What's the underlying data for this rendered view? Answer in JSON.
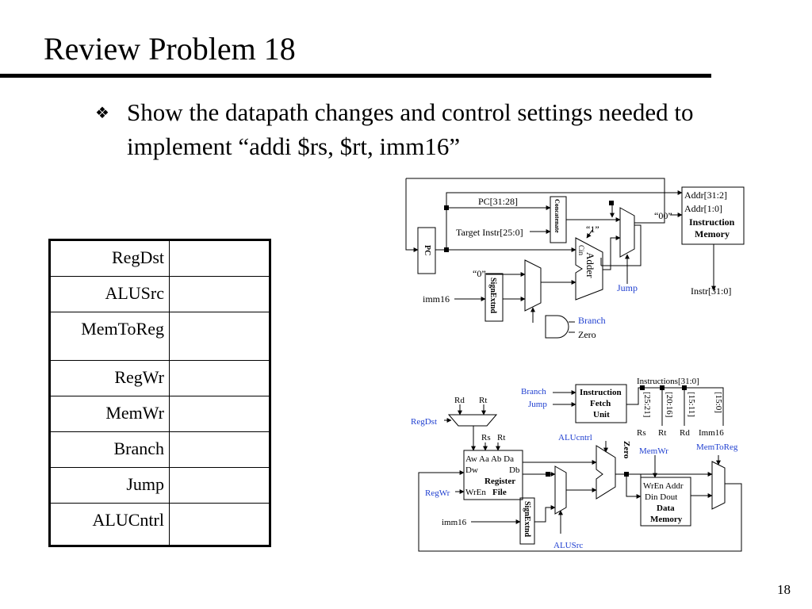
{
  "slide": {
    "title": "Review Problem 18",
    "bullet_icon": "diamond-bullet-icon",
    "bullet_text": "Show the datapath changes and control settings needed to implement “addi  $rs, $rt, imm16”",
    "page_number": "18"
  },
  "control_table": {
    "rows": [
      {
        "label": "RegDst",
        "value": ""
      },
      {
        "label": "ALUSrc",
        "value": ""
      },
      {
        "label": "MemToReg",
        "value": ""
      },
      {
        "label": "RegWr",
        "value": ""
      },
      {
        "label": "MemWr",
        "value": ""
      },
      {
        "label": "Branch",
        "value": ""
      },
      {
        "label": "Jump",
        "value": ""
      },
      {
        "label": "ALUCntrl",
        "value": ""
      }
    ]
  },
  "fetch_diagram": {
    "pc_label": "PC",
    "pc_upper": "PC[31:28]",
    "concatenate": "Concatenate",
    "target": "Target Instr[25:0]",
    "const_one": "“1”",
    "const_zero": "“0”",
    "const_00": "“00”",
    "cin": "Cin",
    "adder": "Adder",
    "signextnd": "SignExtnd",
    "imm16": "imm16",
    "jump": "Jump",
    "branch": "Branch",
    "zero": "Zero",
    "addr_hi": "Addr[31:2]",
    "addr_lo": "Addr[1:0]",
    "imem_line1": "Instruction",
    "imem_line2": "Memory",
    "instr_out": "Instr[31:0]"
  },
  "datapath_diagram": {
    "instructions": "Instructions[31:0]",
    "ifu_branch": "Branch",
    "ifu_jump": "Jump",
    "ifu_line1": "Instruction",
    "ifu_line2": "Fetch",
    "ifu_line3": "Unit",
    "bits": [
      "[25:21]",
      "[20:16]",
      "[15:11]",
      "[15:0]"
    ],
    "field_rs": "Rs",
    "field_rt": "Rt",
    "field_rd": "Rd",
    "field_imm16": "Imm16",
    "mux_rd": "Rd",
    "mux_rt": "Rt",
    "regdst": "RegDst",
    "rf_rs": "Rs",
    "rf_rt": "Rt",
    "rf_row1": "Aw  Aa  Ab   Da",
    "rf_row2_left": "Dw",
    "rf_row2_right": "Db",
    "rf_register": "Register",
    "rf_wren": "WrEn",
    "rf_file": "File",
    "regwr": "RegWr",
    "imm16": "imm16",
    "signextnd": "SignExtnd",
    "alucntrl": "ALUcntrl",
    "zero": "Zero",
    "alusrc": "ALUSrc",
    "memwr": "MemWr",
    "memtoreg": "MemToReg",
    "dm_row1": "WrEn  Addr",
    "dm_row2": "Din     Dout",
    "dm_line1": "Data",
    "dm_line2": "Memory"
  },
  "colors": {
    "control_signal": "#1f3fd0",
    "line": "#000000"
  }
}
